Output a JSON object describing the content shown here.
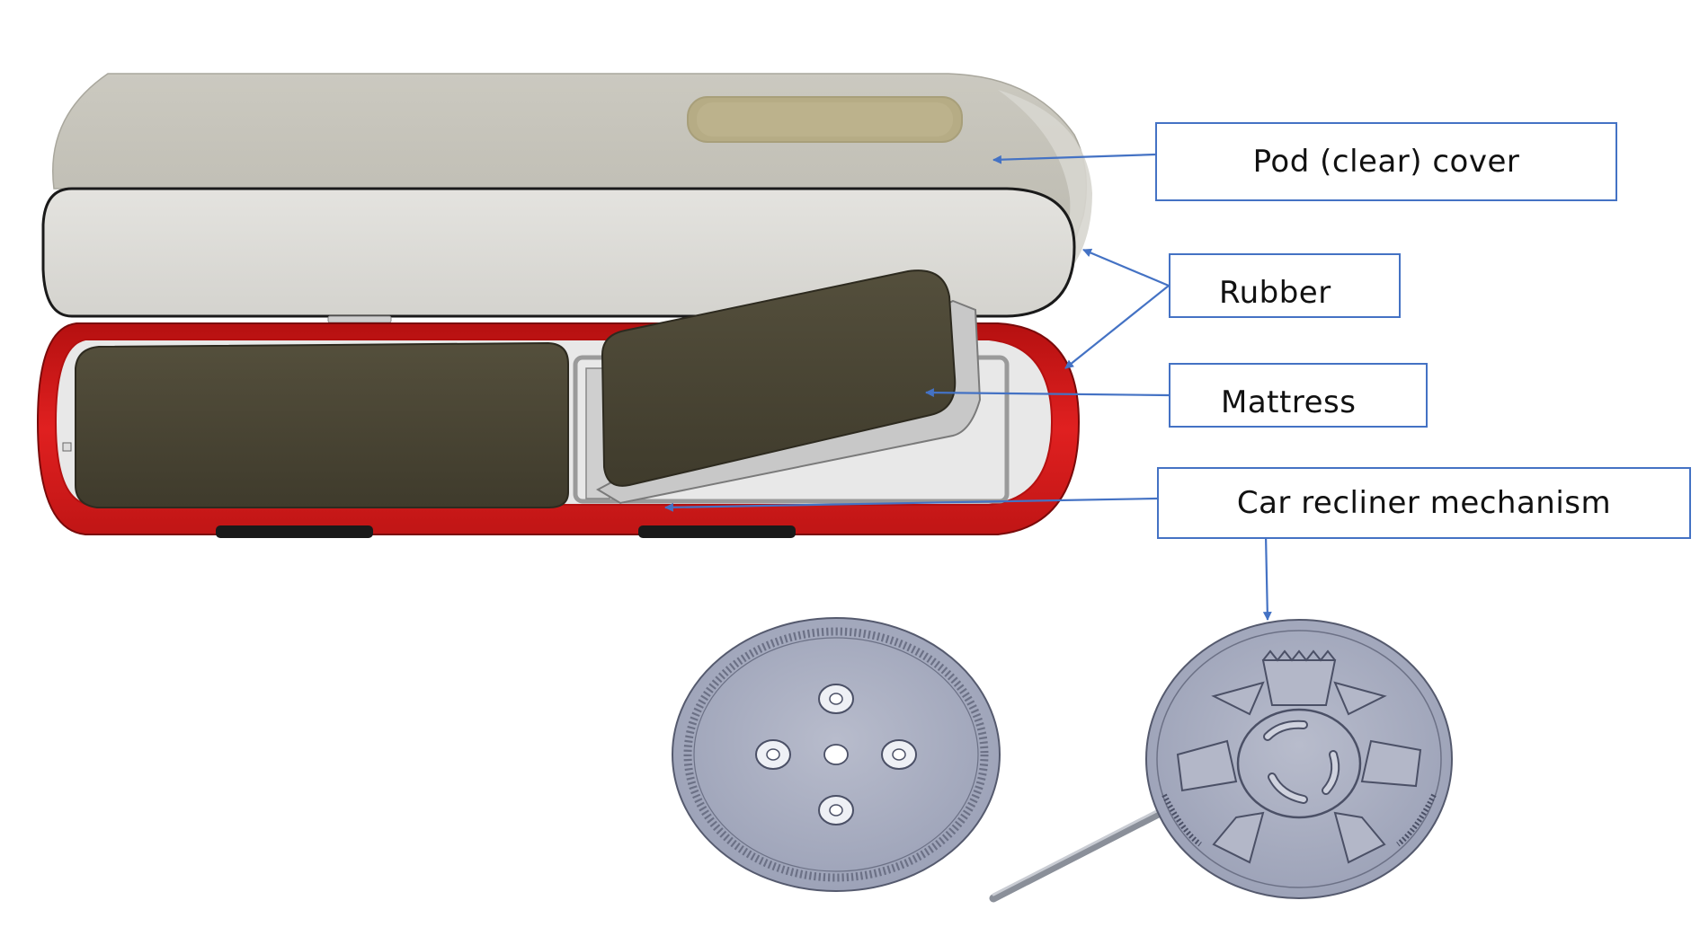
{
  "labels": {
    "pod_cover": "Pod (clear) cover",
    "rubber": "Rubber",
    "mattress": "Mattress",
    "recliner": "Car recliner mechanism"
  },
  "colors": {
    "callout_border": "#4472C4",
    "arrow": "#4472C4",
    "cover": "#d2d0c8",
    "base_red": "#d81c1c",
    "mattress": "#4c4735",
    "disc": "#a9aec2"
  },
  "icons": {
    "pod_cover": "pod-cover-illustration",
    "base": "pod-base-illustration",
    "mattress": "mattress-illustration",
    "gear_disc_left": "gear-disc-icon",
    "gear_disc_right": "recliner-disc-icon"
  }
}
